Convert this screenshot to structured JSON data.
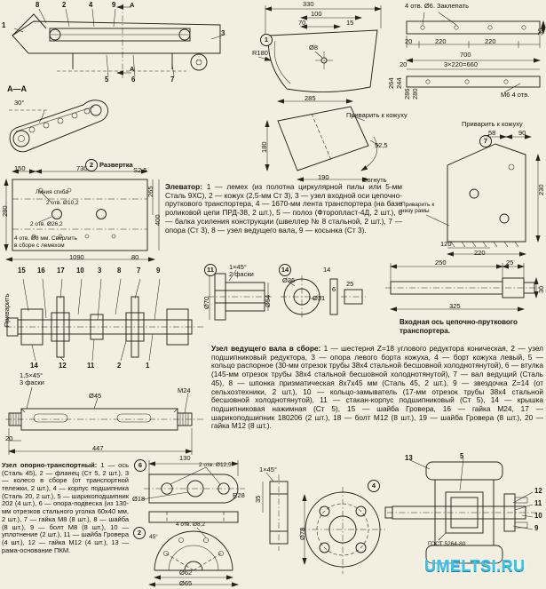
{
  "watermark": "UMELTSI.RU",
  "colors": {
    "accent": "#3ac4e8",
    "ink": "#25231b",
    "paper": "#f3efe0"
  },
  "sections": {
    "elevator": {
      "title": "Элеватор:",
      "body": "1 — лемех (из полотна циркулярной пилы или 5-мм Сталь 9ХС), 2 — кожух (2,5-мм Ст 3), 3 — узел входной оси цепочно-пруткового транспортера, 4 — 1670-мм лента транспортера (на базе роликовой цепи ПРД-38, 2 шт.), 5 — полоз (Фторопласт-4Д, 2 шт.), 6 — балка усиления конструкции (швеллер № 8 стальной, 2 шт.), 7 — опора (Ст 3), 8 — узел ведущего вала, 9 — косынка (Ст 3)."
    },
    "input_axis_caption": "Входная ось цепочно-пруткового транспортера.",
    "drive_unit": {
      "title": "Узел ведущего вала в сборе:",
      "body": "1 — шестерня Z=18 углового редуктора коническая, 2 — узел подшипниковый редуктора, 3 — опора левого борта кожуха, 4 — борт кожуха левый, 5 — кольцо распорное (30-мм отрезок трубы 38х4 стальной бесшовной холоднотянутой), 6 — втулка (145-мм отрезок трубы 38х4 стальной бесшовной холоднотянутой), 7 — вал ведущий (Сталь 45), 8 — шпонка призматическая 8х7х45 мм (Сталь 45, 2 шт.), 9 — звездочка Z=14 (от сельхозтехники, 2 шт.), 10 — кольцо-замыватель (17-мм отрезок трубы 38х4 стальной бесшовной холоднотянутой), 11 — стакан-корпус подшипниковый (Ст 5), 14 — крышка подшипниковая нажимная (Ст 5), 15 — шайба Гровера, 16 — гайка М24, 17 — шарикоподшипник 180206 (2 шт.), 18 — болт М12 (8 шт.), 19 — шайба Гровера (8 шт.), 20 — гайка М12 (8 шт.)."
    },
    "support_unit": {
      "title": "Узел опорно-транспортный:",
      "body": "1 — ось (Сталь 45), 2 — фланец (Ст 5, 2 шт.), 3 — колесо в сборе (от транспортной тележки, 2 шт.), 4 — корпус подшипника (Сталь 20, 2 шт.), 5 — шарикоподшипник 202 (4 шт.), 6 — опора-подвеска (из 130-мм отрезков стального уголка 60х40 мм, 2 шт.), 7 — гайка М8 (8 шт.), 8 — шайба (8 шт.), 9 — болт М8 (8 шт.), 10 — уплотнение (2 шт.), 11 — шайба Гровера (4 шт.), 12 — гайка М12 (4 шт.), 13 — рама-основание ПКМ."
    }
  },
  "dims": {
    "a": "А",
    "a_a": "А—А",
    "deg30": "30°",
    "deg45": "45°",
    "n330": "330",
    "n100": "100",
    "n70": "70",
    "n15": "15",
    "r180": "R180",
    "d8": "Ø8",
    "n264": "264",
    "n244": "244",
    "n286": "286",
    "n280": "280",
    "n285": "285",
    "n265": "265",
    "n180": "180",
    "n190": "190",
    "n90": "90",
    "n52_5": "52,5",
    "sognut": "Согнуть",
    "privarit_k_kozhuhu": "Приварить к кожуху",
    "zaklepat": "4 отв. Ø6. Заклепать",
    "n20": "20",
    "n220": "220",
    "n36": "36",
    "n700": "700",
    "n3x220": "3×220=660",
    "m6_4otv": "М6 4 отв.",
    "n58": "58",
    "n230": "230",
    "n120": "120",
    "privarit_k_rame": "Приварить к низу рамы",
    "razvertka": "Развертка",
    "s2_5": "S2,5",
    "n730": "730",
    "n150": "150",
    "liniya_sgiba": "Линия сгиба",
    "otv_10_2": "2 отв. Ø10,2",
    "otv_26_2": "2 отв. Ø26,2",
    "otv_8_sverlit": "4 отв. Ø8 мм. Сверлить",
    "v_sbore": "в сборе с лемехом",
    "n1090": "1090",
    "n80": "80",
    "n400": "400",
    "privarit": "Приварить",
    "faska_1x45": "1×45°",
    "faski_2": "2 фаски",
    "faska_15x45": "1,5×45°",
    "faski_3": "3 фаски",
    "d70": "Ø70",
    "d54": "Ø54",
    "d36": "Ø36",
    "d31": "Ø31",
    "n14": "14",
    "n6": "6",
    "n25": "25",
    "n250": "250",
    "n325": "325",
    "n30": "30",
    "d45": "Ø45",
    "m24": "М24",
    "n447": "447",
    "n130": "130",
    "otv_12_5": "2 отв. Ø12,5",
    "d18": "Ø18",
    "r28": "R28",
    "otv_8_2": "4 отв. Ø8,2",
    "d62": "Ø62",
    "d65": "Ø65",
    "n35": "35",
    "d78": "Ø78",
    "gost": "ГОСТ 5264-80"
  },
  "num": {
    "1": "1",
    "2": "2",
    "3": "3",
    "4": "4",
    "5": "5",
    "6": "6",
    "7": "7",
    "8": "8",
    "9": "9",
    "10": "10",
    "11": "11",
    "12": "12",
    "13": "13",
    "14": "14",
    "15": "15",
    "16": "16",
    "17": "17"
  }
}
